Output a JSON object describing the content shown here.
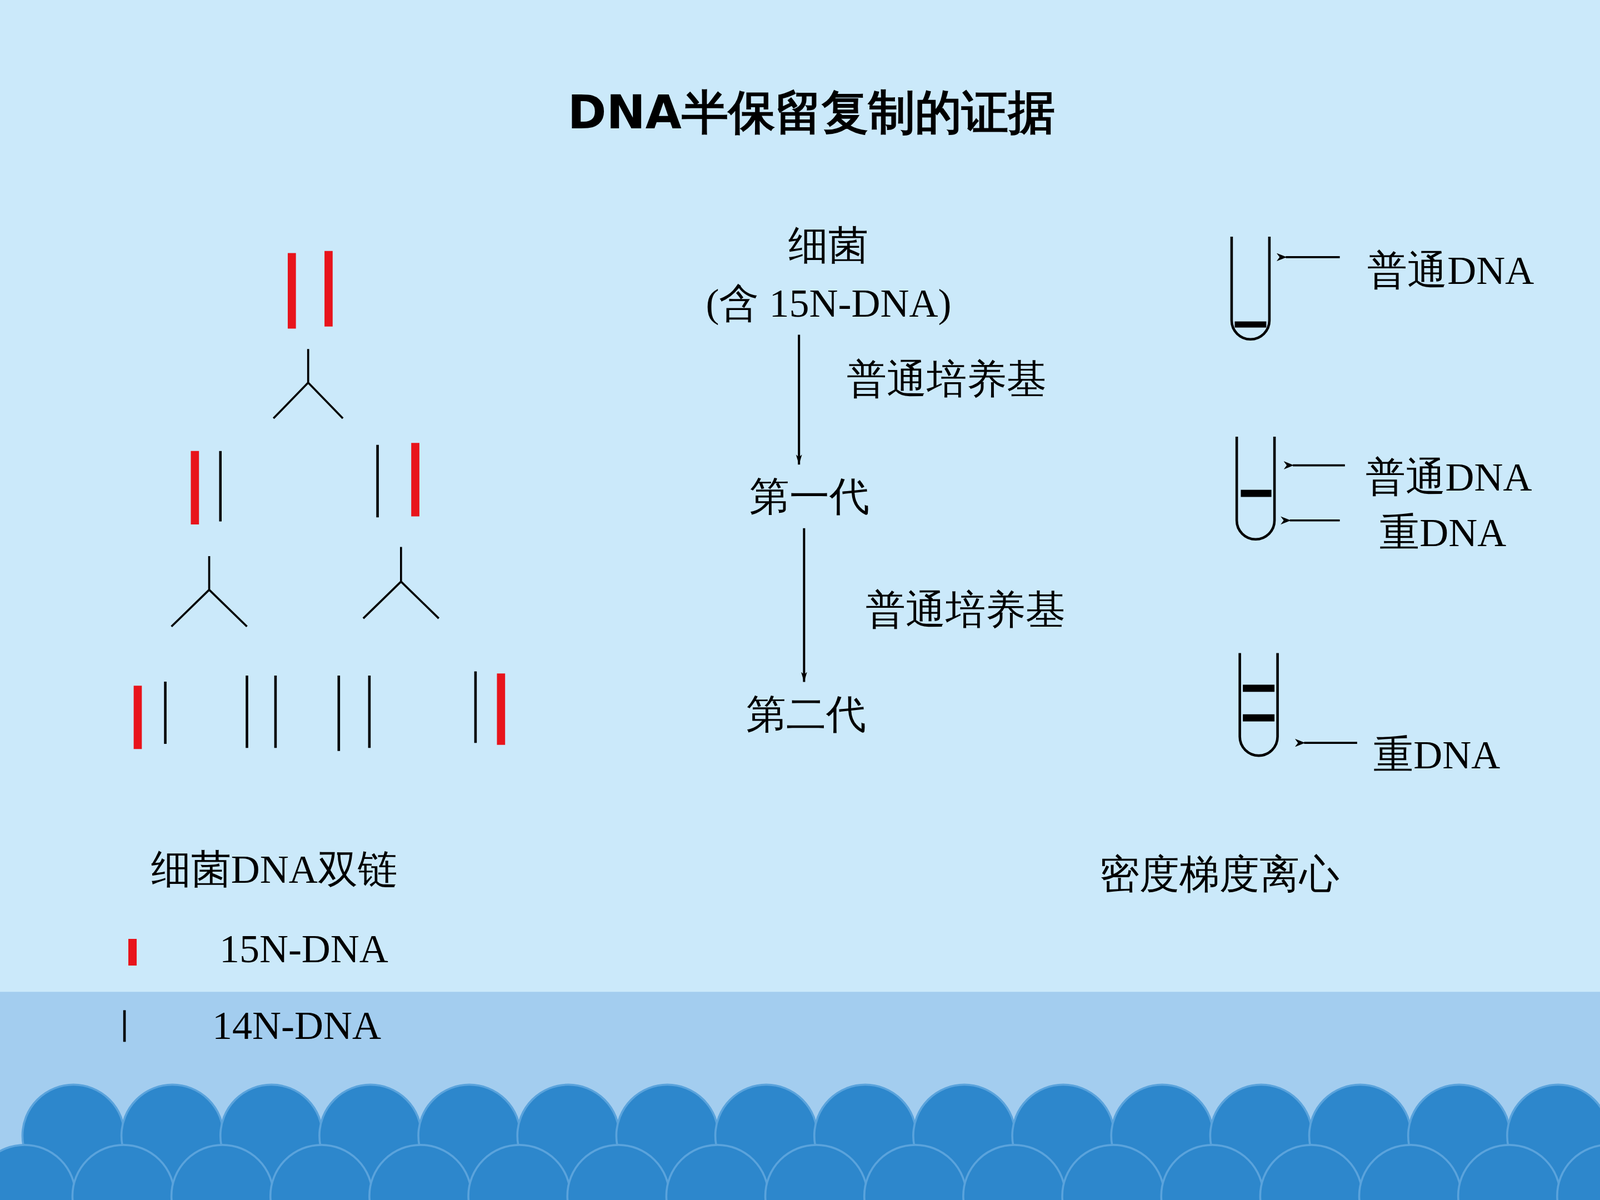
{
  "diagram": {
    "title": "DNA半保留复制的证据",
    "nodes": [
      {
        "text": [
          "细菌",
          "(含 15N-DNA)"
        ]
      },
      {
        "text": [
          "第一代"
        ]
      },
      {
        "text": [
          "第二代"
        ]
      }
    ],
    "edges": [
      {
        "from": 0,
        "to": 1,
        "arrow": "to",
        "label": "普通培养基"
      },
      {
        "from": 1,
        "to": 2,
        "arrow": "to",
        "label": "普通培养基"
      }
    ],
    "labels": [
      "细菌DNA双链",
      "普通DNA",
      "普通DNA",
      "重DNA",
      "重DNA",
      "密度梯度离心"
    ],
    "legend": [
      {
        "text": "15N-DNA",
        "color": "#e8141b"
      },
      {
        "text": "14N-DNA"
      }
    ]
  }
}
